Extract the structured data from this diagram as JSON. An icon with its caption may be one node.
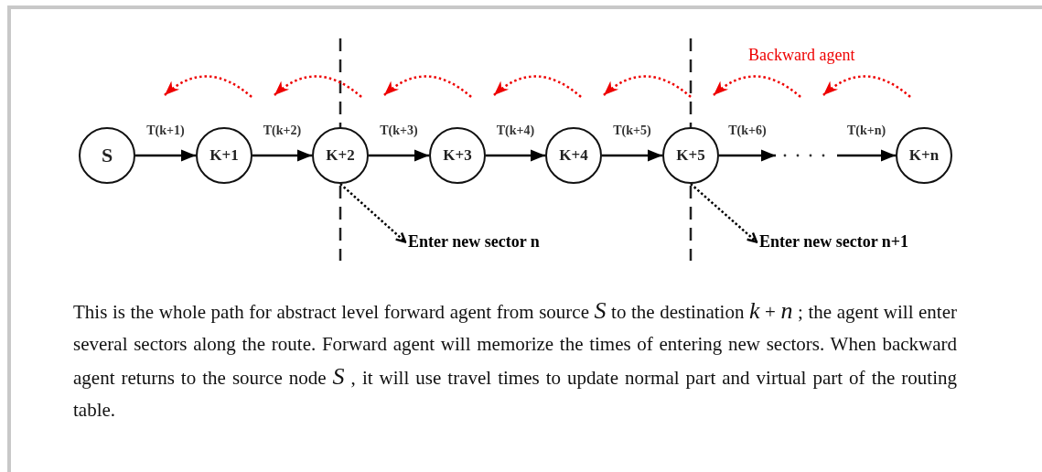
{
  "diagram": {
    "caption": "This is the whole path for abstract level forward agent from source *S* to the destination *k* + *n* ; the agent will enter several sectors along the route. Forward agent will memorize the times of entering new sectors. When backward agent returns to the source node *S* , it will use travel times to update normal part and virtual part of the routing table.",
    "nodes": [
      {
        "text": [
          "S"
        ]
      },
      {
        "text": [
          "K+1"
        ]
      },
      {
        "text": [
          "K+2"
        ]
      },
      {
        "text": [
          "K+3"
        ]
      },
      {
        "text": [
          "K+4"
        ]
      },
      {
        "text": [
          "K+5"
        ]
      },
      {
        "text": [
          "K+n"
        ]
      },
      {
        "text": [
          "Enter new sector n"
        ]
      },
      {
        "text": [
          "Enter new sector n+1"
        ]
      }
    ],
    "edges": [
      {
        "from": 0,
        "to": 1,
        "arrow": "to",
        "label": "T(k+1)"
      },
      {
        "from": 1,
        "to": 2,
        "arrow": "to",
        "label": "T(k+2)"
      },
      {
        "from": 2,
        "to": 3,
        "arrow": "to",
        "label": "T(k+3)"
      },
      {
        "from": 3,
        "to": 4,
        "arrow": "to",
        "label": "T(k+4)"
      },
      {
        "from": 4,
        "to": 5,
        "arrow": "to",
        "label": "T(k+5)"
      },
      {
        "from": 5,
        "to": null,
        "arrow": "to",
        "label": "T(k+6)"
      },
      {
        "from": null,
        "to": 6,
        "arrow": "to",
        "label": "T(k+n)"
      },
      {
        "from": 2,
        "to": 7,
        "arrow": "to",
        "style": "dashed"
      },
      {
        "from": 5,
        "to": 8,
        "arrow": "to",
        "style": "dashed"
      }
    ],
    "labels": [
      "Backward agent"
    ]
  }
}
